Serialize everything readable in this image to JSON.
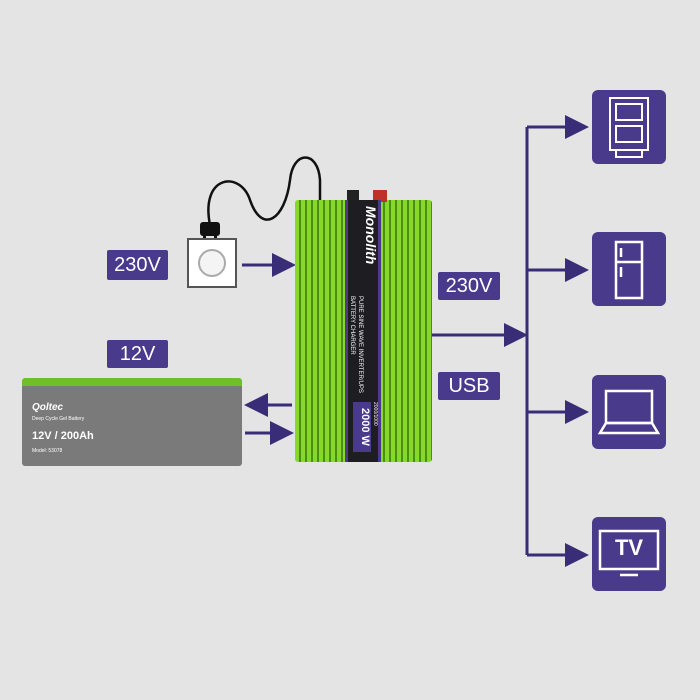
{
  "labels": {
    "input_ac": "230V",
    "battery_voltage": "12V",
    "output_ac": "230V",
    "output_usb": "USB"
  },
  "inverter": {
    "brand": "Monolith",
    "line1": "PURE SINE WAVE INVERTER/UPS",
    "line2": "BATTERY CHARGER",
    "power": "2000 W",
    "model": "2000/1000"
  },
  "battery": {
    "brand": "Qoltec",
    "type": "Deep Cycle Gel Battery",
    "rating": "12V / 200Ah",
    "model": "Model: 53078"
  },
  "devices": [
    {
      "icon": "boiler-icon"
    },
    {
      "icon": "fridge-icon"
    },
    {
      "icon": "laptop-icon"
    },
    {
      "icon": "tv-icon",
      "text": "TV"
    }
  ],
  "colors": {
    "accent": "#4a3a8c",
    "inverter_green": "#7ed321",
    "background": "#e4e4e4"
  }
}
